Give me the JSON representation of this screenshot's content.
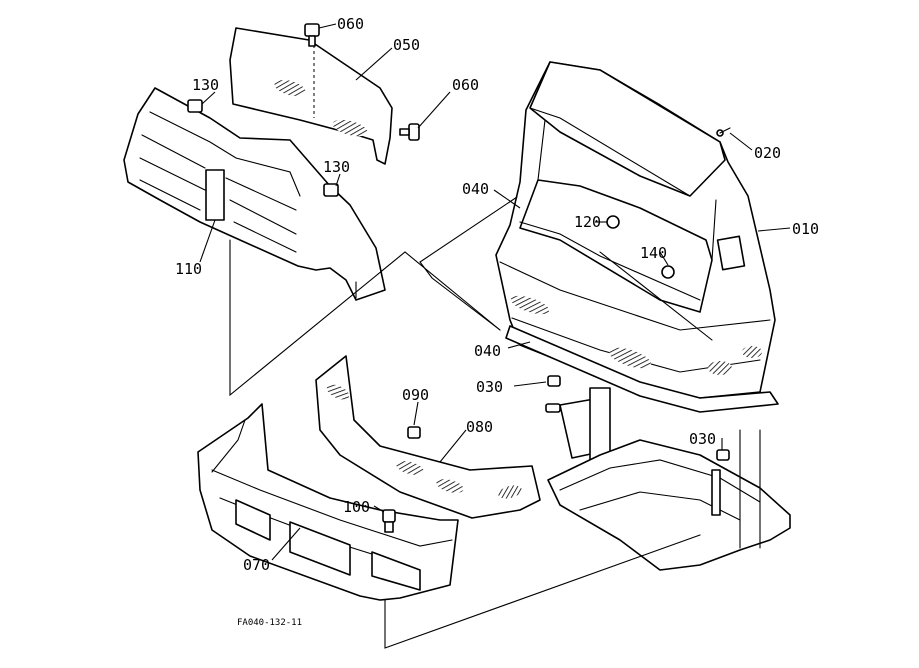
{
  "parts": [
    {
      "id": "p010",
      "label": "010"
    },
    {
      "id": "p020",
      "label": "020"
    },
    {
      "id": "p030a",
      "label": "030"
    },
    {
      "id": "p030b",
      "label": "030"
    },
    {
      "id": "p040a",
      "label": "040"
    },
    {
      "id": "p040b",
      "label": "040"
    },
    {
      "id": "p050",
      "label": "050"
    },
    {
      "id": "p060a",
      "label": "060"
    },
    {
      "id": "p060b",
      "label": "060"
    },
    {
      "id": "p070",
      "label": "070"
    },
    {
      "id": "p080",
      "label": "080"
    },
    {
      "id": "p090",
      "label": "090"
    },
    {
      "id": "p100",
      "label": "100"
    },
    {
      "id": "p110",
      "label": "110"
    },
    {
      "id": "p120",
      "label": "120"
    },
    {
      "id": "p130a",
      "label": "130"
    },
    {
      "id": "p130b",
      "label": "130"
    },
    {
      "id": "p140",
      "label": "140"
    }
  ],
  "drawing_code": "FA040-132-11"
}
